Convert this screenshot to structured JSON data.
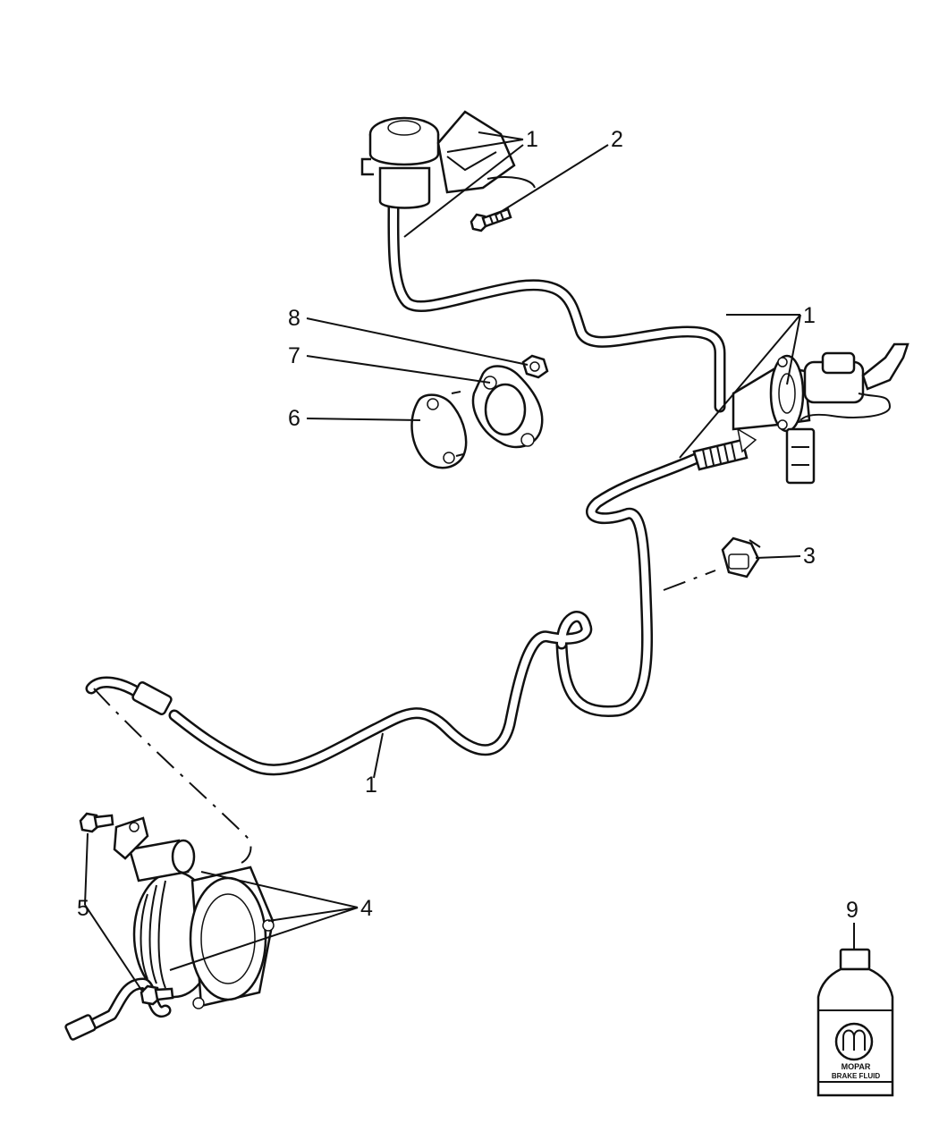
{
  "callouts": [
    {
      "id": "c1a",
      "text": "1"
    },
    {
      "id": "c2",
      "text": "2"
    },
    {
      "id": "c1b",
      "text": "1"
    },
    {
      "id": "c8",
      "text": "8"
    },
    {
      "id": "c7",
      "text": "7"
    },
    {
      "id": "c6",
      "text": "6"
    },
    {
      "id": "c3",
      "text": "3"
    },
    {
      "id": "c1c",
      "text": "1"
    },
    {
      "id": "c4",
      "text": "4"
    },
    {
      "id": "c5",
      "text": "5"
    },
    {
      "id": "c9",
      "text": "9"
    }
  ],
  "bottle": {
    "brand": "MOPAR",
    "product": "BRAKE FLUID"
  },
  "colors": {
    "ink": "#111111",
    "background": "#ffffff"
  }
}
